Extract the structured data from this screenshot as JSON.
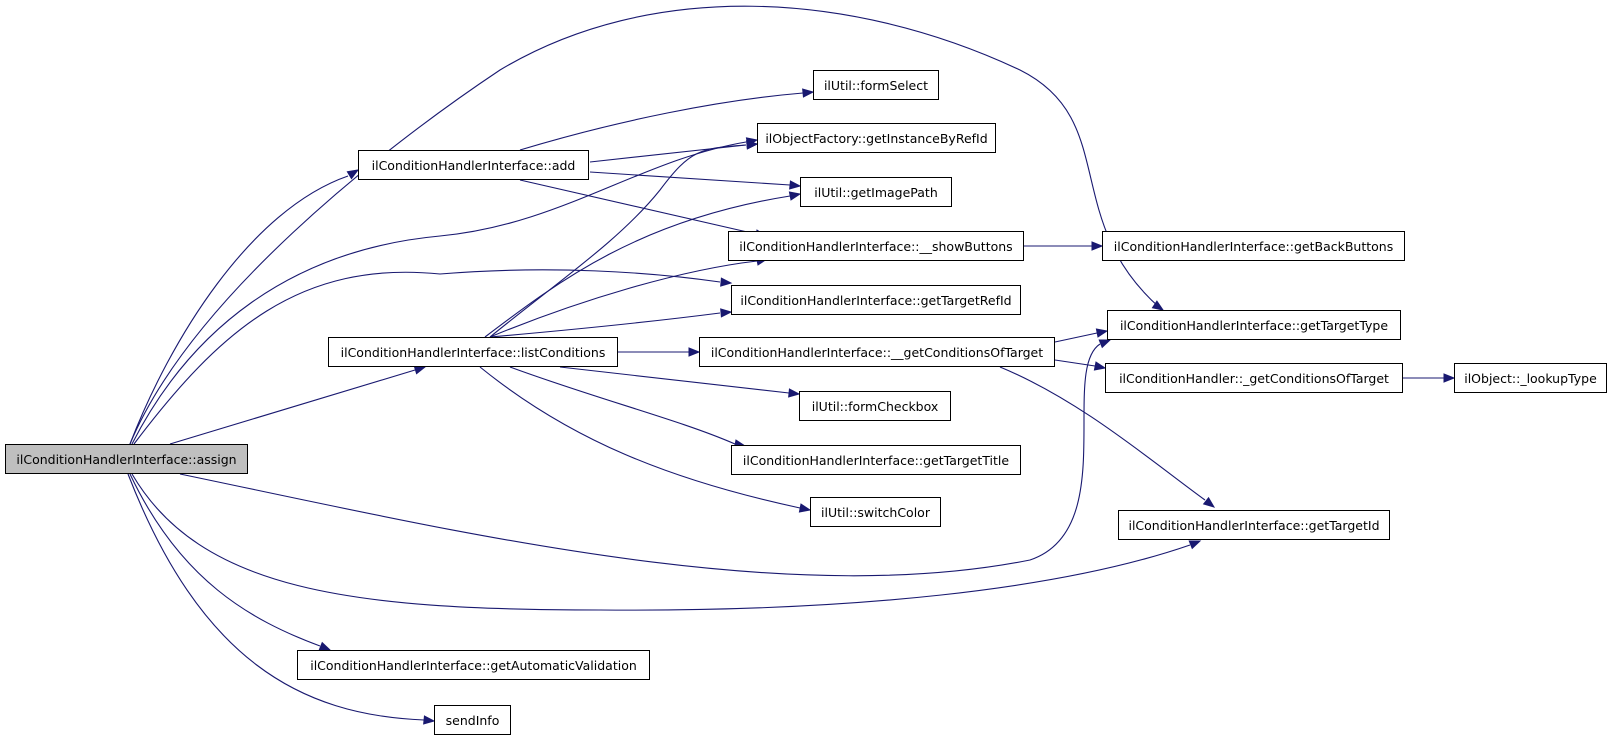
{
  "nodes": {
    "assign": "ilConditionHandlerInterface::assign",
    "add": "ilConditionHandlerInterface::add",
    "listConditions": "ilConditionHandlerInterface::listConditions",
    "getAutomaticValidation": "ilConditionHandlerInterface::getAutomaticValidation",
    "sendInfo": "sendInfo",
    "formSelect": "ilUtil::formSelect",
    "getInstanceByRefId": "ilObjectFactory::getInstanceByRefId",
    "getImagePath": "ilUtil::getImagePath",
    "showButtons": "ilConditionHandlerInterface::__showButtons",
    "getTargetRefId": "ilConditionHandlerInterface::getTargetRefId",
    "getConditionsOfTargetIf": "ilConditionHandlerInterface::__getConditionsOfTarget",
    "formCheckbox": "ilUtil::formCheckbox",
    "getTargetTitle": "ilConditionHandlerInterface::getTargetTitle",
    "switchColor": "ilUtil::switchColor",
    "getBackButtons": "ilConditionHandlerInterface::getBackButtons",
    "getTargetType": "ilConditionHandlerInterface::getTargetType",
    "getConditionsOfTargetHandler": "ilConditionHandler::_getConditionsOfTarget",
    "getTargetId": "ilConditionHandlerInterface::getTargetId",
    "lookupType": "ilObject::_lookupType"
  }
}
